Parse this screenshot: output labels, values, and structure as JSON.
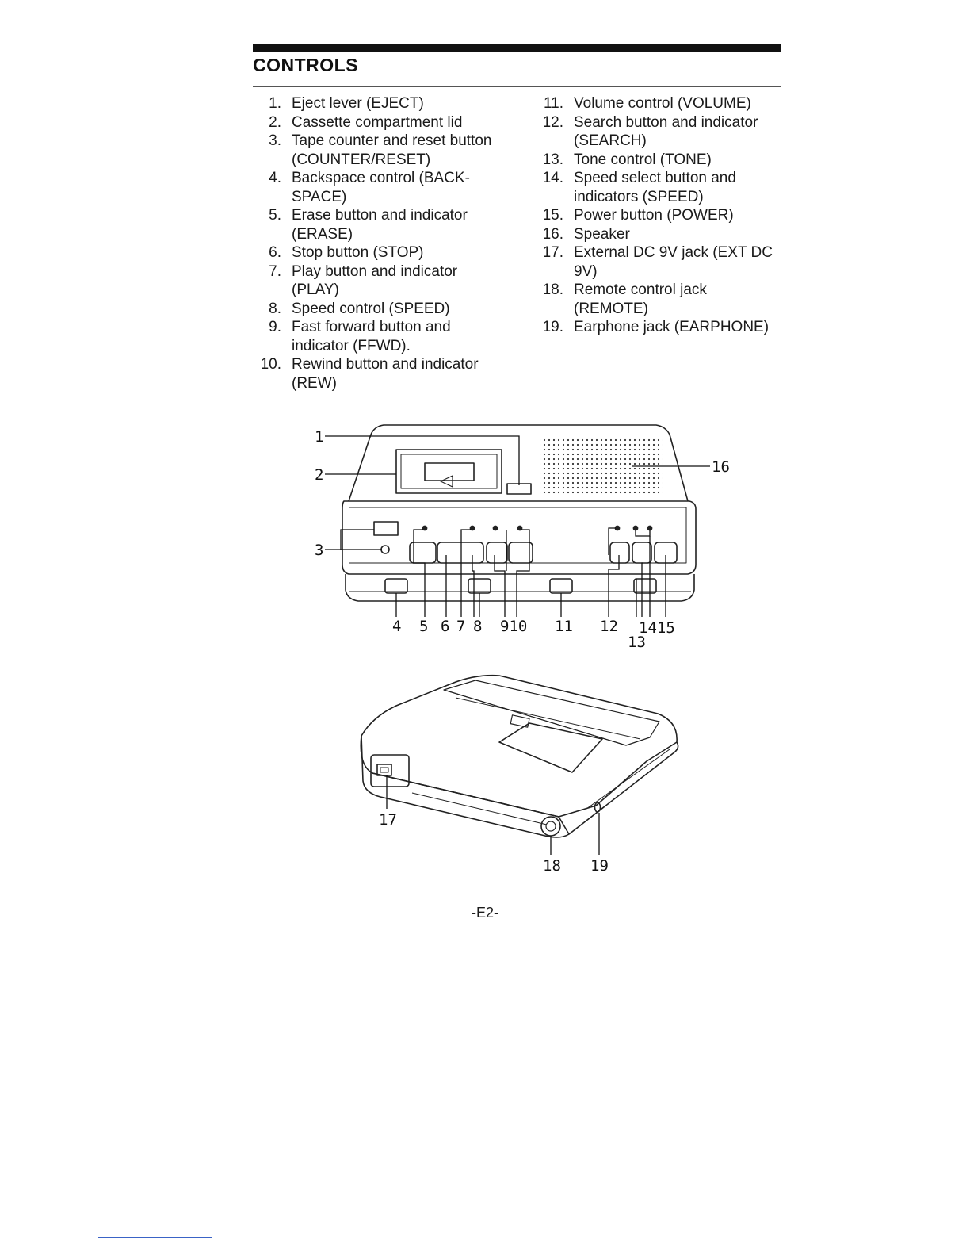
{
  "section": {
    "title": "CONTROLS"
  },
  "controls_left": [
    {
      "num": "1.",
      "lines": [
        "Eject lever (EJECT)"
      ]
    },
    {
      "num": "2.",
      "lines": [
        "Cassette compartment lid"
      ]
    },
    {
      "num": "3.",
      "lines": [
        "Tape counter and reset button",
        "(COUNTER/RESET)"
      ]
    },
    {
      "num": "4.",
      "lines": [
        "Backspace control (BACK-",
        "SPACE)"
      ]
    },
    {
      "num": "5.",
      "lines": [
        "Erase button and indicator",
        "(ERASE)"
      ]
    },
    {
      "num": "6.",
      "lines": [
        "Stop button (STOP)"
      ]
    },
    {
      "num": "7.",
      "lines": [
        "Play button and indicator",
        "(PLAY)"
      ]
    },
    {
      "num": "8.",
      "lines": [
        "Speed control (SPEED)"
      ]
    },
    {
      "num": "9.",
      "lines": [
        "Fast forward button and",
        "indicator (FFWD)."
      ]
    },
    {
      "num": "10.",
      "lines": [
        "Rewind button and indicator",
        "(REW)"
      ]
    }
  ],
  "controls_right": [
    {
      "num": "11.",
      "lines": [
        "Volume control (VOLUME)"
      ]
    },
    {
      "num": "12.",
      "lines": [
        "Search button and indicator",
        "(SEARCH)"
      ]
    },
    {
      "num": "13.",
      "lines": [
        "Tone control (TONE)"
      ]
    },
    {
      "num": "14.",
      "lines": [
        "Speed select button and",
        "indicators (SPEED)"
      ]
    },
    {
      "num": "15.",
      "lines": [
        "Power button (POWER)"
      ]
    },
    {
      "num": "16.",
      "lines": [
        "Speaker"
      ]
    },
    {
      "num": "17.",
      "lines": [
        "External DC 9V jack (EXT DC",
        "9V)"
      ]
    },
    {
      "num": "18.",
      "lines": [
        "Remote control jack",
        "(REMOTE)"
      ]
    },
    {
      "num": "19.",
      "lines": [
        "Earphone jack (EARPHONE)"
      ]
    }
  ],
  "figure_front": {
    "callouts": {
      "c1": "1",
      "c2": "2",
      "c3": "3",
      "c4": "4",
      "c5": "5",
      "c6": "6",
      "c7": "7",
      "c8": "8",
      "c9_10": "910",
      "c11": "11",
      "c12": "12",
      "c14_15": "1415",
      "c13": "13",
      "c16": "16"
    }
  },
  "figure_rear": {
    "callouts": {
      "c17": "17",
      "c18": "18",
      "c19": "19"
    }
  },
  "footer": {
    "page_number": "-E2-"
  }
}
